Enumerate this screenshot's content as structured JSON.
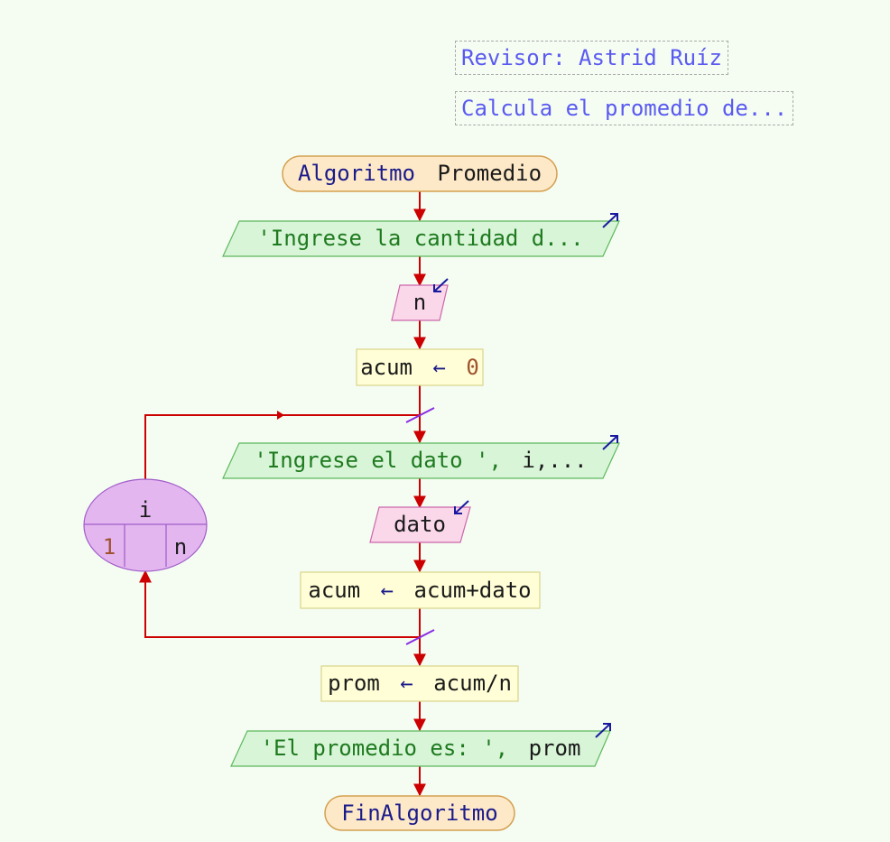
{
  "notes": {
    "reviewer": "Revisor: Astrid Ruíz",
    "description": "Calcula el promedio de..."
  },
  "start": {
    "keyword": "Algoritmo",
    "name": "Promedio"
  },
  "output1": {
    "text": "'Ingrese la cantidad d..."
  },
  "input1": {
    "var": "n"
  },
  "assign1": {
    "var": "acum",
    "arrow": "←",
    "value": "0"
  },
  "loop": {
    "var": "i",
    "from": "1",
    "to": "n"
  },
  "output2": {
    "str": "'Ingrese el dato ',",
    "rest": "i,..."
  },
  "input2": {
    "var": "dato"
  },
  "assign2": {
    "var": "acum",
    "arrow": "←",
    "expr": "acum+dato"
  },
  "assign3": {
    "var": "prom",
    "arrow": "←",
    "expr": "acum/n"
  },
  "output3": {
    "str": "'El promedio es: ',",
    "rest": "prom"
  },
  "end": {
    "keyword": "FinAlgoritmo"
  },
  "colors": {
    "background": "#f5fdf2",
    "flow_line": "#cc0000",
    "terminal_fill": "#fde9c8",
    "output_fill": "#d8f5d8",
    "input_fill": "#fad8ea",
    "process_fill": "#fffed6",
    "loop_fill": "#e3b6f0",
    "note_text": "#5a5af0"
  }
}
